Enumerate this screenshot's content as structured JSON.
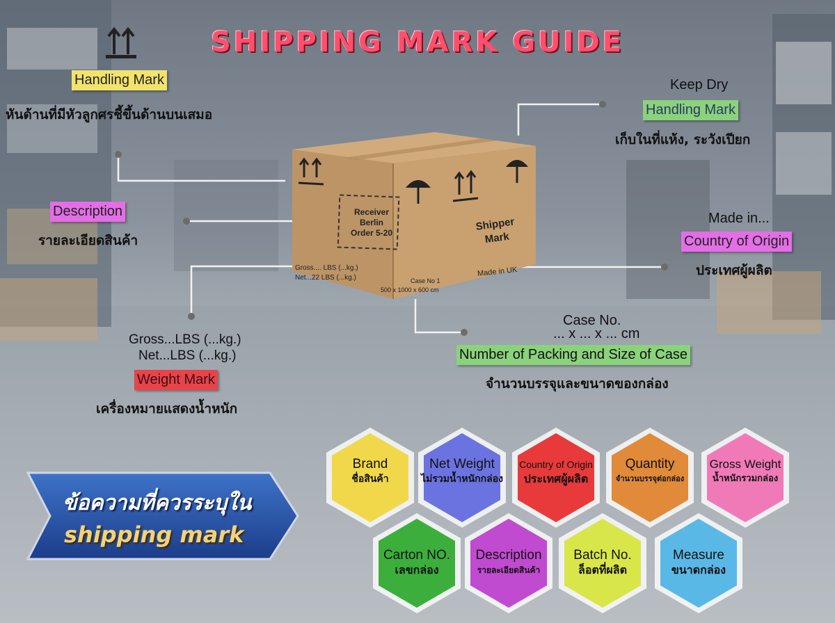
{
  "title": "SHIPPING MARK GUIDE",
  "colors": {
    "yellow": "#f2e36b",
    "green": "#8bd27c",
    "magenta": "#e36ee6",
    "red": "#e8434a",
    "box": "#c49a6c"
  },
  "marks": {
    "handling_up": {
      "tag": "Handling Mark",
      "thai": "หันด้านที่มีหัวลูกศรชี้ขึ้นด้านบนเสมอ",
      "icon": "this-way-up-arrows-icon"
    },
    "keep_dry": {
      "top": "Keep Dry",
      "tag": "Handling Mark",
      "thai": "เก็บในที่แห้ง, ระวังเปียก",
      "icon": "umbrella-icon"
    },
    "description": {
      "tag": "Description",
      "thai": "รายละเอียดสินค้า"
    },
    "origin": {
      "top": "Made in...",
      "tag": "Country of Origin",
      "thai": "ประเทศผู้ผลิต"
    },
    "weight": {
      "line1": "Gross...LBS (...kg.)",
      "line2": "Net...LBS (...kg.)",
      "tag": "Weight Mark",
      "thai": "เครื่องหมายแสดงน้ำหนัก"
    },
    "packing": {
      "line1": "Case No.",
      "line2": "... x ... x ... cm",
      "tag": "Number of Packing and Size of Case",
      "thai": "จำนวนบรรจุและขนาดของกล่อง"
    }
  },
  "box": {
    "receiver": [
      "Receiver",
      "Berlin",
      "Order 5-20"
    ],
    "gross": "Gross.... LBS (...kg.)",
    "net": "Net...22 LBS (...kg.)",
    "case_no": "Case No 1",
    "size": "500 x 1000 x 600 cm",
    "shipper": [
      "Shipper",
      "Mark"
    ],
    "made_in": "Made in UK"
  },
  "banner": {
    "line1": "ข้อความที่ควรระบุใน",
    "line2": "shipping mark"
  },
  "hexagons": [
    {
      "en": "Brand",
      "th": "ชื่อสินค้า",
      "color": "#f0d84a"
    },
    {
      "en": "Net Weight",
      "th": "ไม่รวมน้ำหนักกล่อง",
      "color": "#6a73e0"
    },
    {
      "en": "Country of Origin",
      "th": "ประเทศผู้ผลิต",
      "color": "#e83a3a"
    },
    {
      "en": "Quantity",
      "th": "จำนวนบรรจุต่อกล่อง",
      "color": "#e08a3a"
    },
    {
      "en": "Gross Weight",
      "th": "น้ำหนักรวมกล่อง",
      "color": "#f07ab8"
    },
    {
      "en": "Carton NO.",
      "th": "เลขกล่อง",
      "color": "#3cae3c"
    },
    {
      "en": "Description",
      "th": "รายละเอียดสินค้า",
      "color": "#c04ad0"
    },
    {
      "en": "Batch No.",
      "th": "ล็อตที่ผลิต",
      "color": "#d9e64a"
    },
    {
      "en": "Measure",
      "th": "ขนาดกล่อง",
      "color": "#5ab8e6"
    }
  ]
}
